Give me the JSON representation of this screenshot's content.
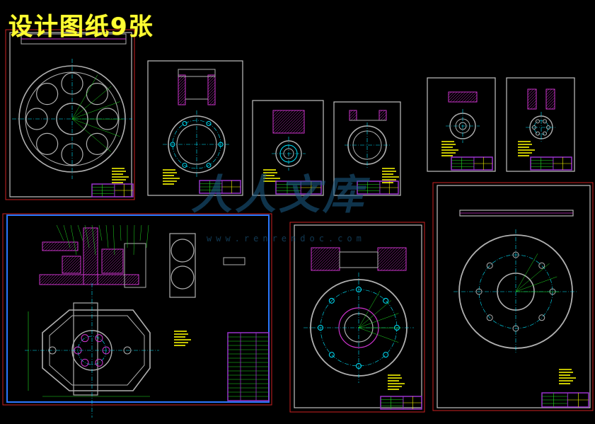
{
  "header": {
    "title": "设计图纸9张"
  },
  "watermark": {
    "brand": "人人文库",
    "url": "www.renrendoc.com"
  },
  "colors": {
    "background": "#000000",
    "sheet_border": "#c0c0c0",
    "sheet_border_red": "#cc2222",
    "sheet_border_blue": "#2a78ff",
    "part_outline": "#b0b0b0",
    "center_line": "#00e5ff",
    "dimension_line": "#22dd22",
    "hatch": "#cc33cc",
    "notes_text": "#ffff00",
    "title_block": "#9933cc"
  },
  "drawings": {
    "count": 9,
    "sheets": [
      {
        "id": "rotary-disc-drawing"
      },
      {
        "id": "sleeve-drawing"
      },
      {
        "id": "bushing-drawing"
      },
      {
        "id": "ring-drawing"
      },
      {
        "id": "small-flange-drawing"
      },
      {
        "id": "hub-drawing"
      },
      {
        "id": "assembly-drawing"
      },
      {
        "id": "flange-drawing"
      },
      {
        "id": "large-disc-drawing"
      }
    ]
  }
}
